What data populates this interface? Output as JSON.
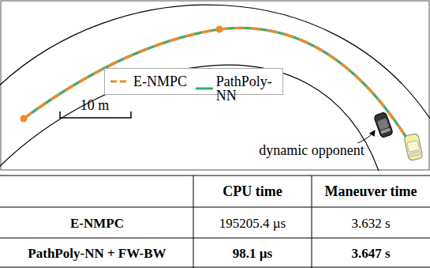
{
  "diagram": {
    "labels": [
      "10 m",
      "dynamic opponent",
      "CPU time",
      "Maneuver time",
      "E-NMPC",
      "195205.4 µs",
      "3.632 s",
      "PathPoly-NN + FW-BW",
      "98.1 µs",
      "3.647 s"
    ],
    "legend": [
      {
        "text": "E-NMPC"
      },
      {
        "text": "PathPoly-NN"
      }
    ]
  }
}
